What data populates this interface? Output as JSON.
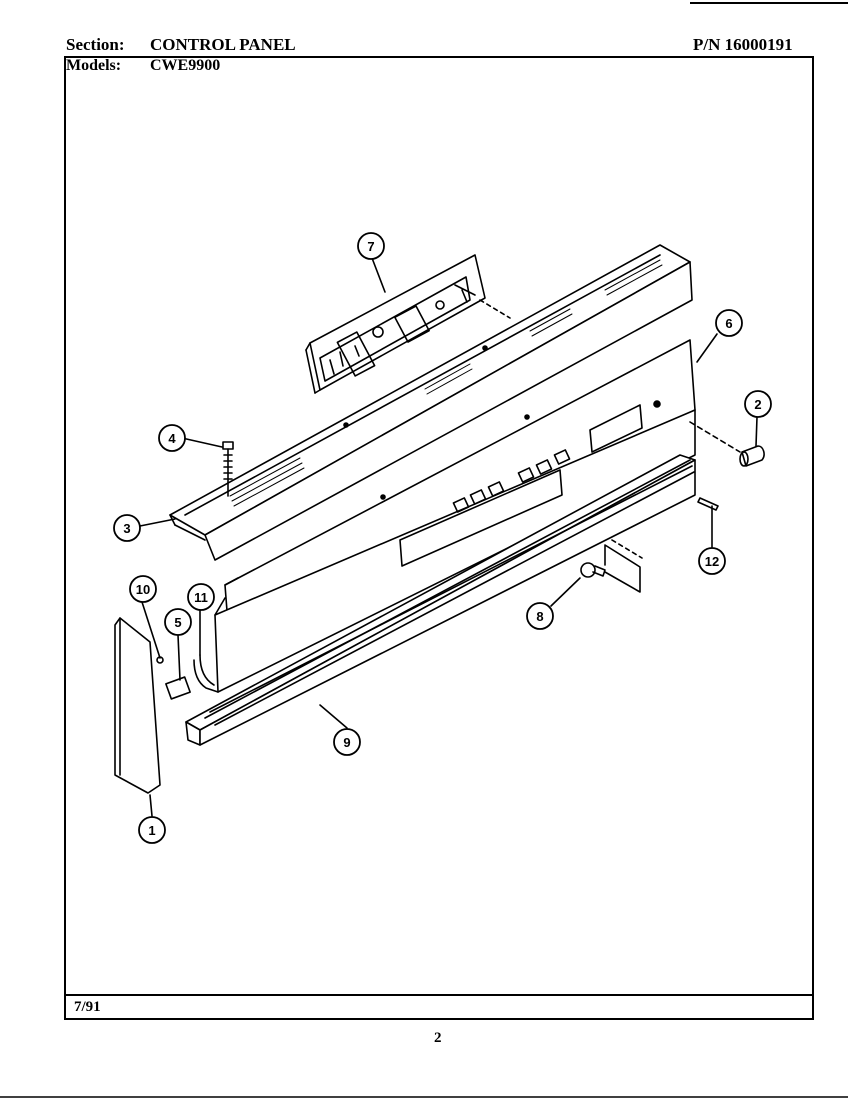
{
  "header": {
    "section_label": "Section:",
    "section_value": "CONTROL PANEL",
    "part_number": "P/N 16000191",
    "models_label": "Models:",
    "models_value": "CWE9900"
  },
  "footer": {
    "date": "7/91",
    "page_number": "2"
  },
  "callouts": [
    {
      "id": "1",
      "part": "end-cap-left"
    },
    {
      "id": "2",
      "part": "knob"
    },
    {
      "id": "3",
      "part": "console-top-trim"
    },
    {
      "id": "4",
      "part": "screw"
    },
    {
      "id": "5",
      "part": "bracket"
    },
    {
      "id": "6",
      "part": "control-panel"
    },
    {
      "id": "7",
      "part": "electronic-control-board"
    },
    {
      "id": "8",
      "part": "switch"
    },
    {
      "id": "9",
      "part": "panel-bottom-trim"
    },
    {
      "id": "10",
      "part": "clip"
    },
    {
      "id": "11",
      "part": "wire-harness"
    },
    {
      "id": "12",
      "part": "pin"
    }
  ]
}
